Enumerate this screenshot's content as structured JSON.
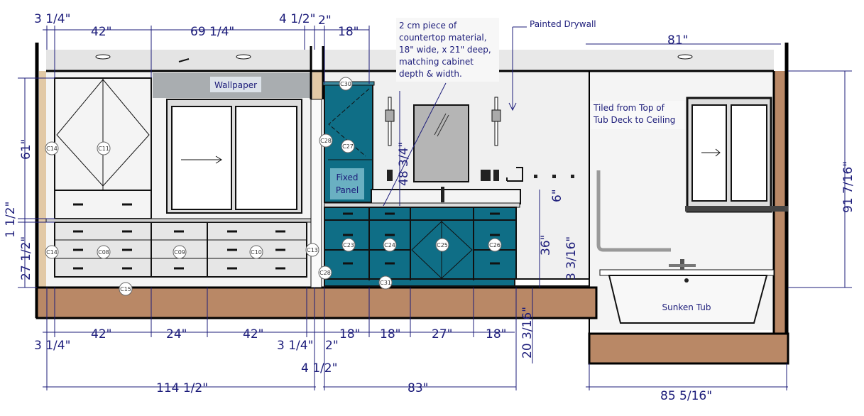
{
  "title": "Bathroom elevation",
  "colors": {
    "dimension": "#1c1c7a",
    "teal_cabinet": "#0f6e86",
    "floor": "#b98866",
    "wall_trim": "#e2c9a6"
  },
  "top_dims": [
    "3 1/4\"",
    "42\"",
    "69 1/4\"",
    "4 1/2\"",
    "2\"",
    "18\"",
    "81\""
  ],
  "bottom_dims": [
    "3 1/4\"",
    "42\"",
    "24\"",
    "42\"",
    "3 1/4\"",
    "2\"",
    "4 1/2\"",
    "18\"",
    "18\"",
    "27\"",
    "18\"",
    "114 1/2\"",
    "83\"",
    "85 5/16\""
  ],
  "vertical_dims": {
    "left_upper": "61\"",
    "left_gap": "1 1/2\"",
    "left_lower": "27 1/2\"",
    "mirror": "48 3/4\"",
    "backsplash": "6\"",
    "vanity": "36\"",
    "step": "3 3/16\"",
    "sunken": "20 3/16\"",
    "right": "91 7/16\""
  },
  "notes": {
    "countertop": [
      "2 cm piece of",
      "countertop material,",
      "18\" wide, x 21\" deep,",
      "matching cabinet",
      "depth & width."
    ],
    "drywall": "Painted Drywall",
    "wallpaper": "Wallpaper",
    "tiled": [
      "Tiled from Top of",
      "Tub Deck to Ceiling"
    ],
    "fixed_panel": [
      "Fixed",
      "Panel"
    ],
    "tub": "Sunken Tub"
  },
  "tags": {
    "c14a": "C14",
    "c11": "C11",
    "c14b": "C14",
    "c08": "C08",
    "c09": "C09",
    "c10": "C10",
    "c13": "C13",
    "c28a": "C28",
    "c15": "C15",
    "c30": "C30",
    "c28b": "C28",
    "c27": "C27",
    "c23": "C23",
    "c24": "C24",
    "c25": "C25",
    "c26": "C26",
    "c31": "C31"
  }
}
